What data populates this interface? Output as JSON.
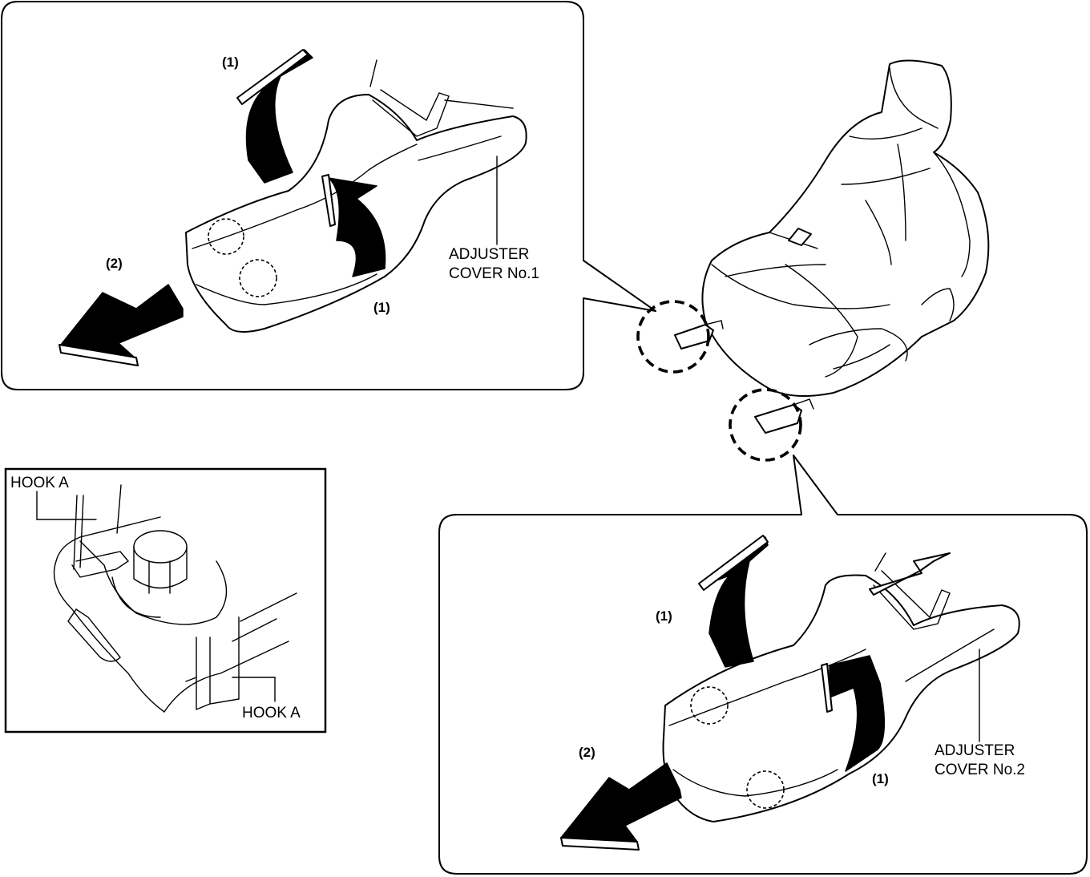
{
  "labels": {
    "step_1a": "(1)",
    "step_1b": "(1)",
    "step_2a": "(2)",
    "step_1c": "(1)",
    "step_1d": "(1)",
    "step_2b": "(2)",
    "cover1_line1": "ADJUSTER",
    "cover1_line2": "COVER No.1",
    "cover2_line1": "ADJUSTER",
    "cover2_line2": "COVER No.2",
    "hook_top": "HOOK A",
    "hook_bottom": "HOOK A"
  }
}
